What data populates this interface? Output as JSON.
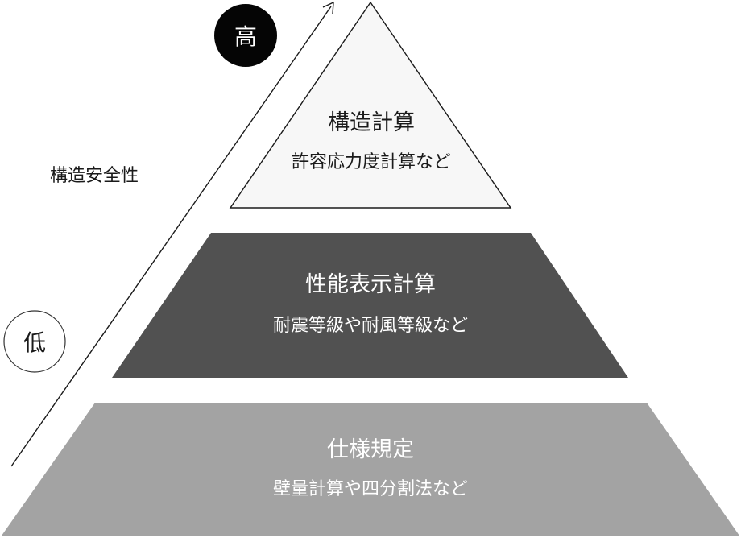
{
  "axis": {
    "label": "構造安全性",
    "high_marker": "高",
    "low_marker": "低"
  },
  "tiers": {
    "top": {
      "title": "構造計算",
      "subtitle": "許容応力度計算など"
    },
    "middle": {
      "title": "性能表示計算",
      "subtitle": "耐震等級や耐風等級など"
    },
    "bottom": {
      "title": "仕様規定",
      "subtitle": "壁量計算や四分割法など"
    }
  },
  "colors": {
    "top_fill": "#f7f7f7",
    "top_stroke": "#1a1a1a",
    "top_text": "#1a1a1a",
    "middle_fill": "#515151",
    "middle_text": "#ffffff",
    "bottom_fill": "#a3a3a3",
    "bottom_text": "#ffffff",
    "high_fill": "#050505",
    "high_text": "#ffffff",
    "low_fill": "#ffffff",
    "low_stroke": "#333333",
    "low_text": "#1a1a1a",
    "arrow": "#1a1a1a",
    "label_text": "#1a1a1a"
  }
}
